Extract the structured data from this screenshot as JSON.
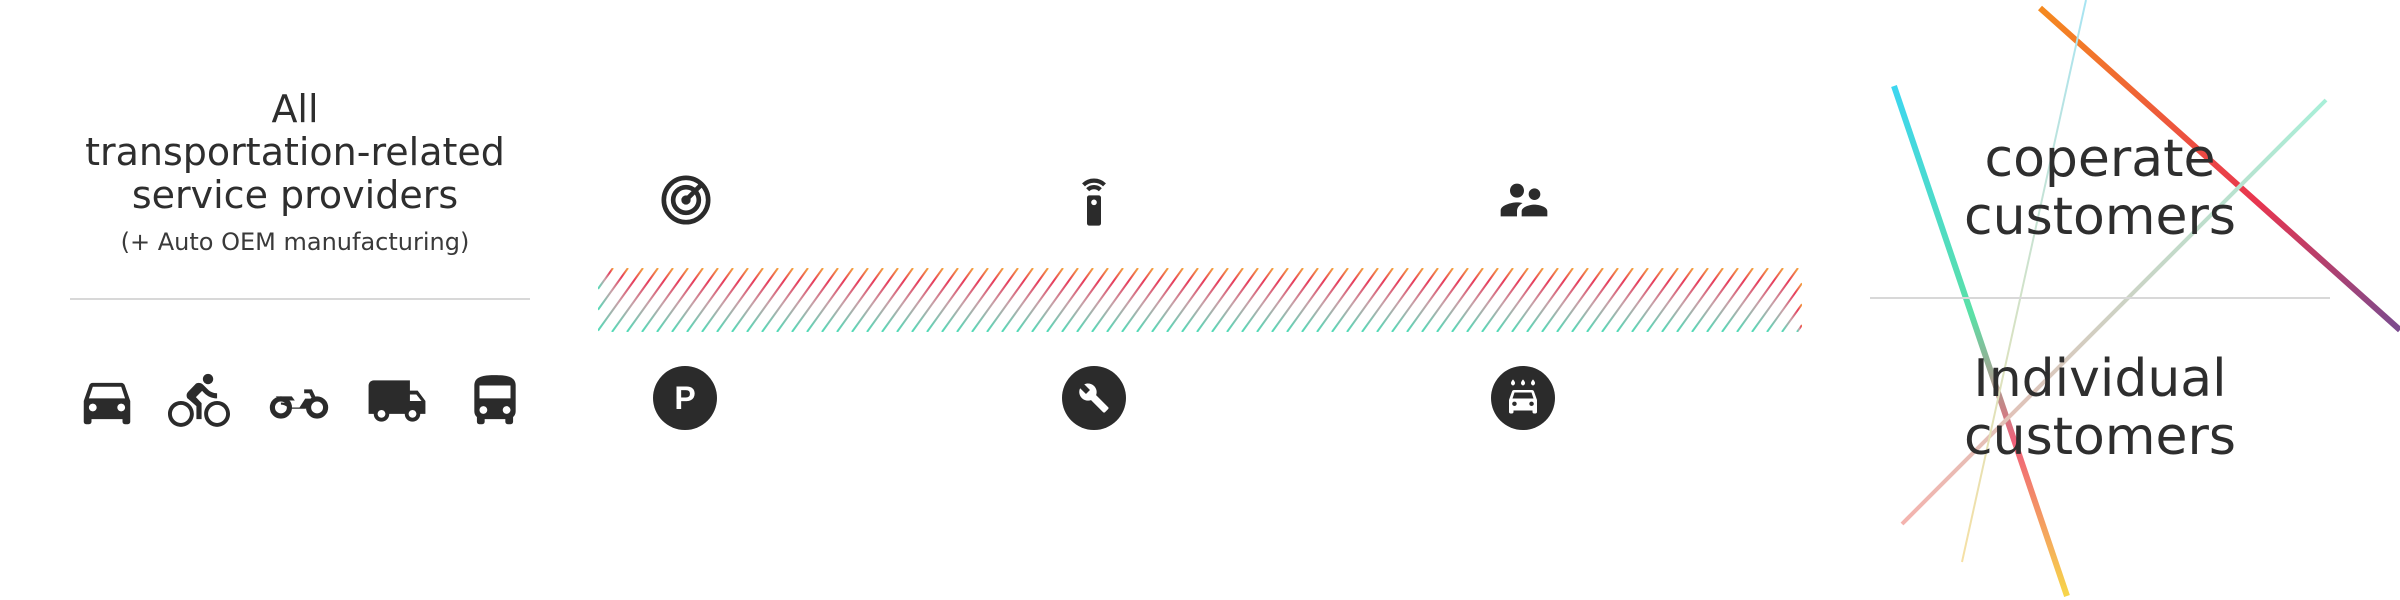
{
  "providers": {
    "heading_lines": [
      "All",
      "transportation-related",
      "service providers"
    ],
    "subtitle": "(+ Auto OEM manufacturing)",
    "vehicles": [
      "car-icon",
      "bicycle-icon",
      "motorcycle-icon",
      "truck-icon",
      "bus-icon"
    ]
  },
  "services": {
    "top_icons": [
      "radar-icon",
      "remote-control-icon",
      "people-icon"
    ],
    "bottom_icons": [
      "parking-icon",
      "wrench-icon",
      "car-wash-icon"
    ],
    "band_gradient": [
      "#52dcb8",
      "#e83a5a",
      "#f4a640"
    ]
  },
  "customers": {
    "corporate_lines": [
      "coperate",
      "customers"
    ],
    "individual_lines": [
      "Individual",
      "customers"
    ]
  },
  "colors": {
    "text": "#2e2e2e",
    "icon": "#2b2b2b",
    "divider": "#d8d8d8"
  }
}
